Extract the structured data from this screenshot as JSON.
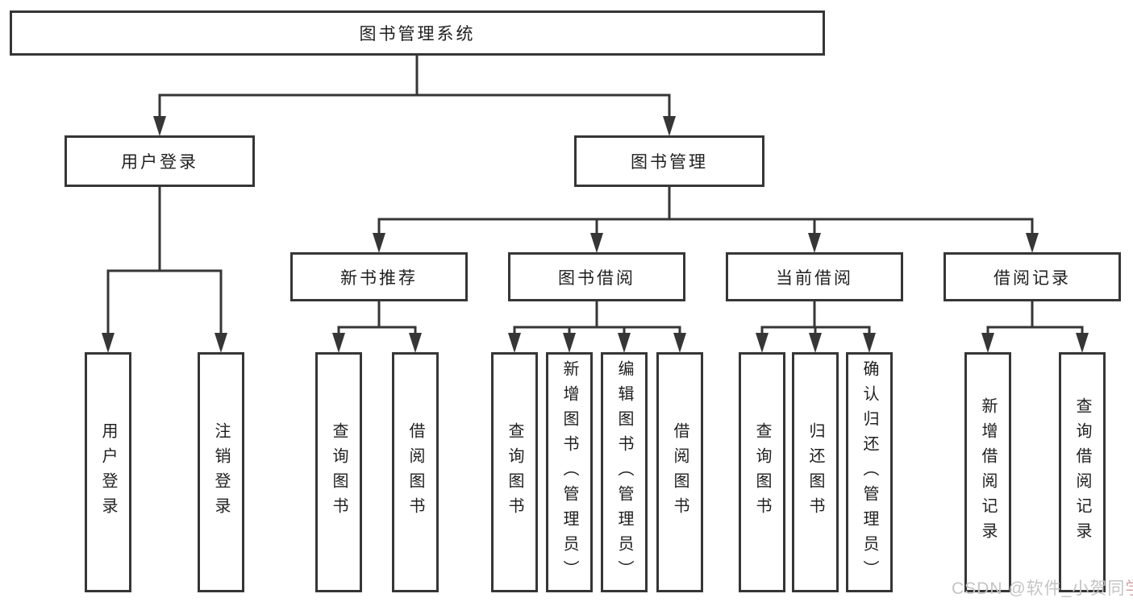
{
  "diagram_title": "图书管理系统",
  "nodes": {
    "root": "图书管理系统",
    "user_login": "用户登录",
    "book_mgmt": "图书管理",
    "new_book_rec": "新书推荐",
    "book_borrow": "图书借阅",
    "current_borrow": "当前借阅",
    "borrow_records": "借阅记录",
    "ul_user_login": "用户登录",
    "ul_logout": "注销登录",
    "nb_query_books": "查询图书",
    "nb_borrow_books": "借阅图书",
    "bb_query_books": "查询图书",
    "bb_add_books": "新增图书（管理员）",
    "bb_edit_books": "编辑图书（管理员）",
    "bb_borrow_books": "借阅图书",
    "cb_query_books": "查询图书",
    "cb_return_books": "归还图书",
    "cb_confirm_return": "确认归还（管理员）",
    "br_add_record": "新增借阅记录",
    "br_query_record": "查询借阅记录"
  },
  "watermark": {
    "text": "CSDN @软件_小贺同",
    "suffix": "学"
  },
  "colors": {
    "line": "#363636",
    "text": "#1f1f1f",
    "background": "#ffffff",
    "watermark": "#c4c4c4",
    "watermark_accent": "#d8a3a3"
  }
}
